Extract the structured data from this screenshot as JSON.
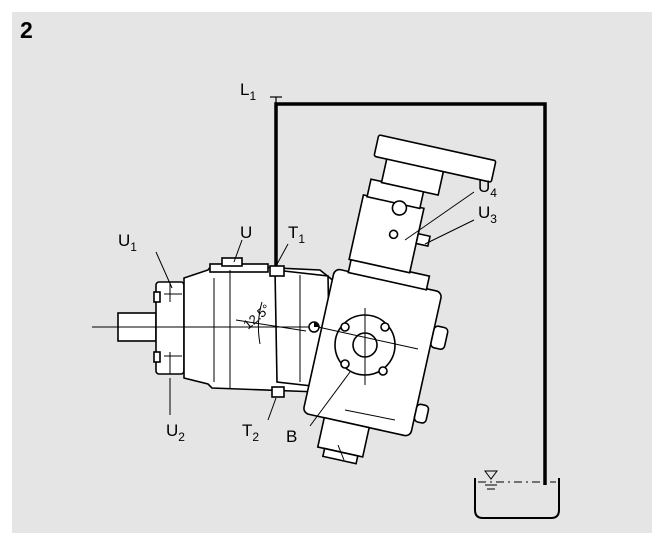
{
  "figure": {
    "number": "2",
    "angle": "12.5°",
    "labels": {
      "L1": {
        "main": "L",
        "sub": "1"
      },
      "U": {
        "main": "U",
        "sub": ""
      },
      "U1": {
        "main": "U",
        "sub": "1"
      },
      "U2": {
        "main": "U",
        "sub": "2"
      },
      "U3": {
        "main": "U",
        "sub": "3"
      },
      "U4": {
        "main": "U",
        "sub": "4"
      },
      "T1": {
        "main": "T",
        "sub": "1"
      },
      "T2": {
        "main": "T",
        "sub": "2"
      },
      "B": {
        "main": "B",
        "sub": ""
      }
    }
  },
  "colors": {
    "panel": "#e5e5e5",
    "body_fill": "#ffffff",
    "line": "#000000"
  }
}
